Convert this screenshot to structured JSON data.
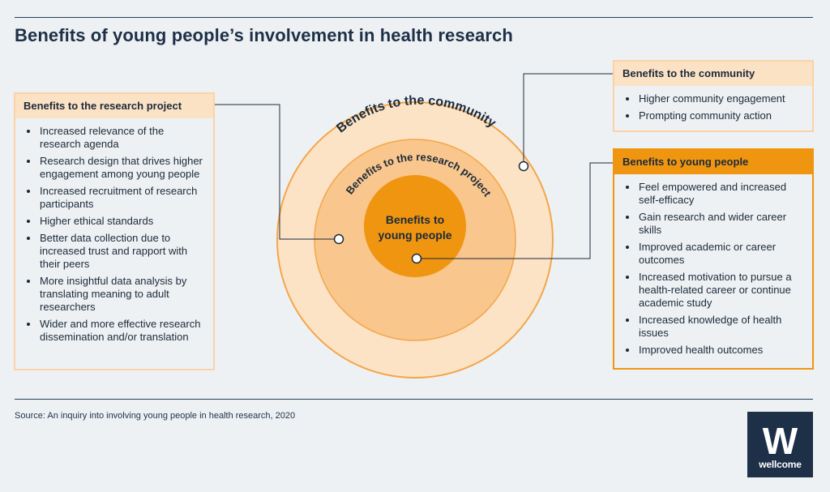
{
  "title": "Benefits of young people’s involvement in health research",
  "diagram": {
    "outer_ring_label": "Benefits to the community",
    "middle_ring_label": "Benefits to the research project",
    "core_label_line1": "Benefits to",
    "core_label_line2": "young people",
    "colors": {
      "outer": "#fce3c6",
      "outer_border": "#f3a64a",
      "middle": "#f9c68d",
      "middle_border": "#f3a64a",
      "core": "#f0950f",
      "connector": "#1b2a3a"
    }
  },
  "panels": {
    "research": {
      "heading": "Benefits to the research project",
      "items": [
        "Increased relevance of the research agenda",
        "Research design that drives higher engagement among young people",
        "Increased recruitment of research participants",
        "Higher ethical standards",
        "Better data collection due to increased trust and rapport with their peers",
        "More insightful data analysis by translating meaning to adult researchers",
        "Wider and more effective research dissemination and/or translation"
      ]
    },
    "community": {
      "heading": "Benefits to the community",
      "items": [
        "Higher community engagement",
        "Prompting community action"
      ]
    },
    "young": {
      "heading": "Benefits to young people",
      "items": [
        "Feel empowered and increased self-efficacy",
        "Gain research and wider career skills",
        "Improved academic or career outcomes",
        "Increased motivation to pursue a health-related career or continue academic study",
        "Increased knowledge of health issues",
        "Improved health outcomes"
      ]
    }
  },
  "source": "Source: An inquiry into involving young people in health research, 2020",
  "logo": {
    "mark": "W",
    "word": "wellcome",
    "icon": "wellcome-logo"
  }
}
